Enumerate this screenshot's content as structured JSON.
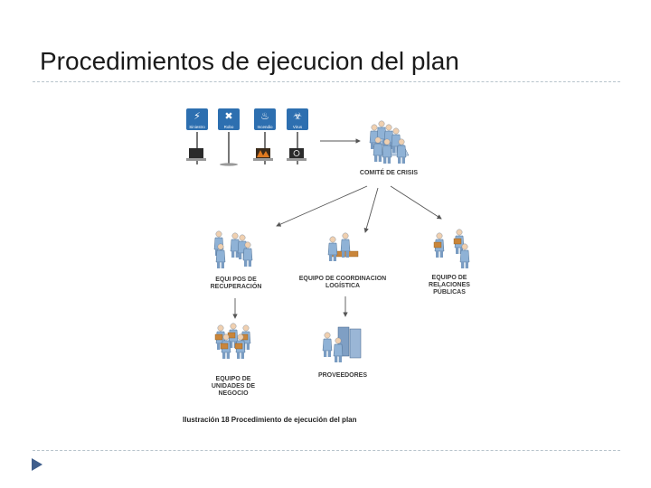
{
  "slide": {
    "title": "Procedimientos de ejecucion del plan"
  },
  "figure": {
    "threats": [
      {
        "label": "Siniestro",
        "icon": "lightning-icon"
      },
      {
        "label": "Robo",
        "icon": "thief-icon"
      },
      {
        "label": "Incendio",
        "icon": "fire-icon"
      },
      {
        "label": "Virus",
        "icon": "biohazard-icon"
      }
    ],
    "nodes": {
      "crisis_committee": "COMITÉ DE CRISIS",
      "recovery_teams_line1": "EQUI POS DE",
      "recovery_teams_line2": "RECUPERACIÓN",
      "logistics_line1": "EQUIPO DE COORDINACION",
      "logistics_line2": "LOGÍSTICA",
      "pr_line1": "EQUIPO DE",
      "pr_line2": "RELACIONES",
      "pr_line3": "PÚBLICAS",
      "business_line1": "EQUIPO DE",
      "business_line2": "UNIDADES DE",
      "business_line3": "NEGOCIO",
      "providers": "PROVEEDORES"
    },
    "caption": "Ilustración 18 Procedimiento de ejecución del plan"
  },
  "colors": {
    "sign_blue": "#2d6fb0",
    "person_blue": "#8fb2d6",
    "box_orange": "#c9853a",
    "rule": "#b8c4cc",
    "nav_arrow": "#3f5e8c"
  }
}
